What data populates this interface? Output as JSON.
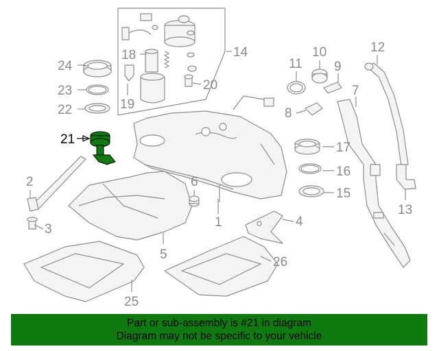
{
  "callouts": {
    "c1": "1",
    "c2": "2",
    "c3": "3",
    "c4": "4",
    "c5": "5",
    "c6": "6",
    "c7": "7",
    "c8": "8",
    "c9": "9",
    "c10": "10",
    "c11": "11",
    "c12": "12",
    "c13": "13",
    "c14": "14",
    "c15": "15",
    "c16": "16",
    "c17": "17",
    "c18": "18",
    "c19": "19",
    "c20": "20",
    "c21": "21",
    "c22": "22",
    "c23": "23",
    "c24": "24",
    "c25": "25",
    "c26": "26"
  },
  "highlight": {
    "part": "21",
    "color": "#0f7a10"
  },
  "banner": {
    "line1": "Part or sub-assembly is #21 in diagram",
    "line2": "Diagram may not be specific to your vehicle",
    "background": "#0f7a10"
  }
}
